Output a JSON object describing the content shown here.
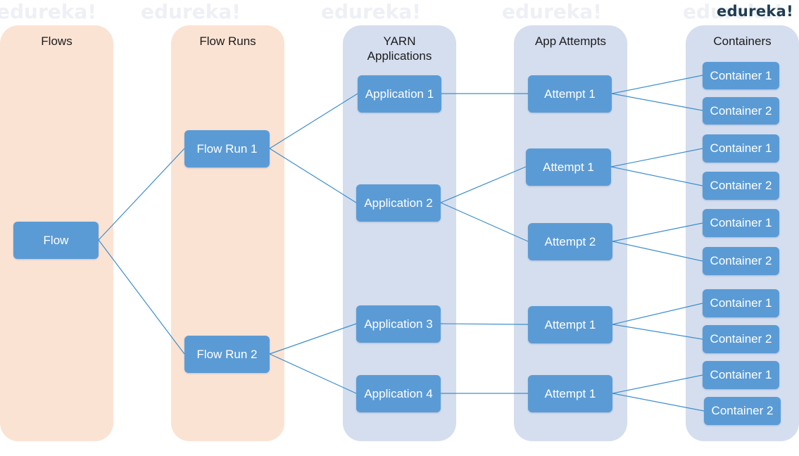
{
  "brand": "edureka!",
  "watermark": "edureka!",
  "columns": {
    "flows": "Flows",
    "flow_runs": "Flow Runs",
    "yarn_line1": "YARN",
    "yarn_line2": "Applications",
    "app_attempts": "App Attempts",
    "containers": "Containers"
  },
  "nodes": {
    "flow": "Flow",
    "flow_run_1": "Flow Run 1",
    "flow_run_2": "Flow Run 2",
    "application_1": "Application 1",
    "application_2": "Application 2",
    "application_3": "Application 3",
    "application_4": "Application 4",
    "a1_attempt_1": "Attempt 1",
    "a2_attempt_1": "Attempt 1",
    "a2_attempt_2": "Attempt 2",
    "a3_attempt_1": "Attempt 1",
    "a4_attempt_1": "Attempt 1",
    "c_1_1": "Container 1",
    "c_1_2": "Container 2",
    "c_2_1": "Container 1",
    "c_2_2": "Container 2",
    "c_3_1": "Container 1",
    "c_3_2": "Container 2",
    "c_4_1": "Container 1",
    "c_4_2": "Container 2",
    "c_5_1": "Container 1",
    "c_5_2": "Container 2"
  },
  "colors": {
    "node": "#5b9bd5",
    "link": "#3e8fcb",
    "peach_column": "#fbe3d4",
    "blue_column": "#d5deef"
  }
}
